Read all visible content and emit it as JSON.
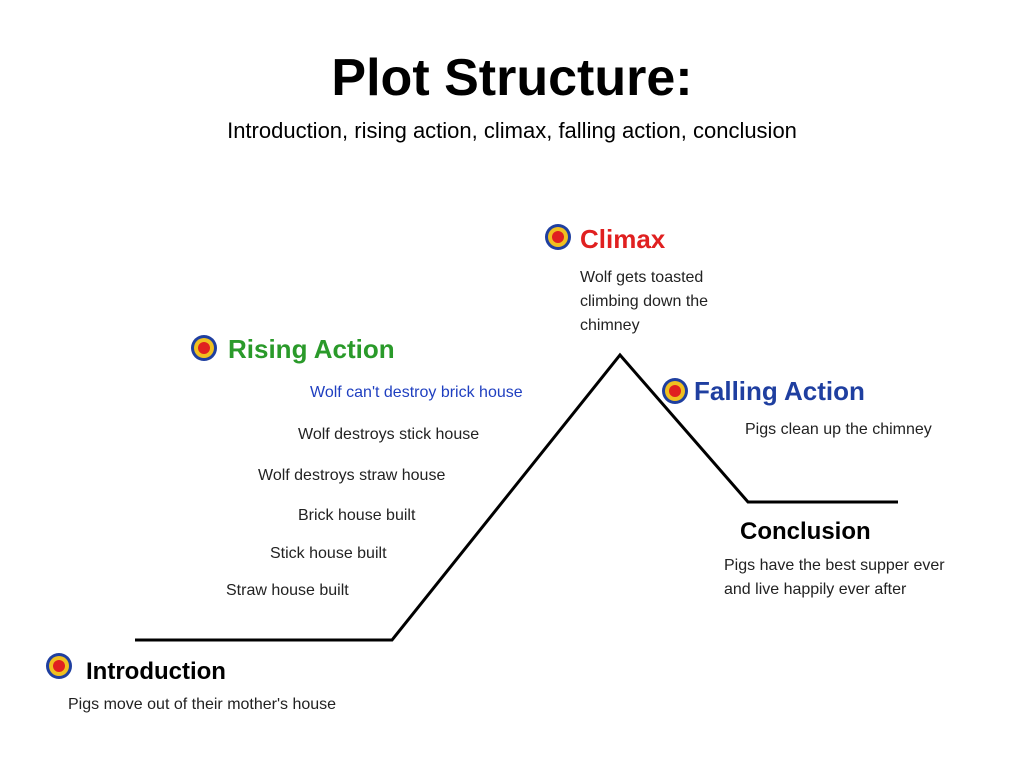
{
  "header": {
    "title": "Plot Structure:",
    "subtitle": "Introduction, rising action, climax, falling action, conclusion"
  },
  "colors": {
    "climax": "#e02020",
    "rising": "#2a9a2a",
    "falling": "#1f3fa0",
    "highlight_event": "#1f3fc0",
    "target_outer": "#1f3fa0",
    "target_inner": "#e02020"
  },
  "stages": {
    "climax": {
      "label": "Climax",
      "desc_lines": [
        "Wolf gets toasted",
        "climbing down the",
        "chimney"
      ]
    },
    "rising": {
      "label": "Rising Action",
      "events": [
        "Wolf can't destroy brick house",
        "Wolf destroys stick house",
        "Wolf destroys straw house",
        "Brick house built",
        "Stick house built",
        "Straw house built"
      ]
    },
    "falling": {
      "label": "Falling Action",
      "desc": "Pigs clean up the chimney"
    },
    "conclusion": {
      "label": "Conclusion",
      "desc_lines": [
        "Pigs have the best supper ever",
        "and live happily ever after"
      ]
    },
    "introduction": {
      "label": "Introduction",
      "desc": "Pigs move out of their mother's house"
    }
  }
}
